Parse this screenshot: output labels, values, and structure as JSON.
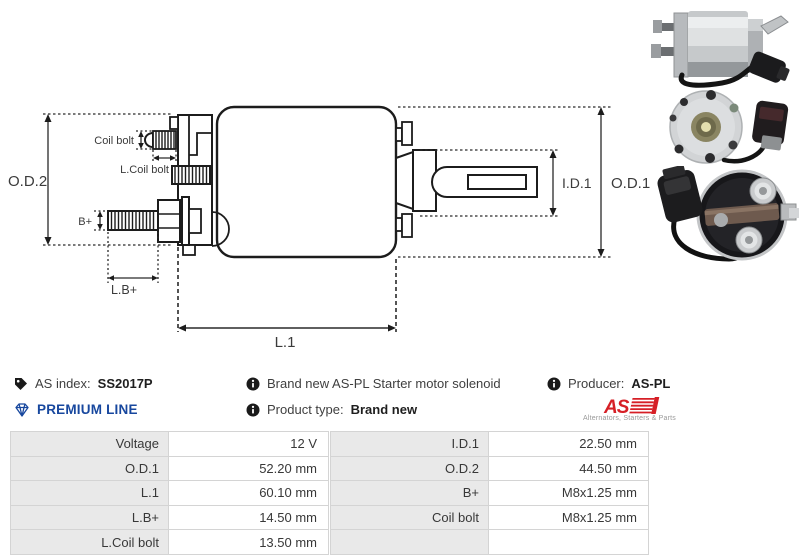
{
  "diagram": {
    "labels": {
      "od2": "O.D.2",
      "coil_bolt": "Coil bolt",
      "l_coil_bolt": "L.Coil bolt",
      "b_plus": "B+",
      "l_b_plus": "L.B+",
      "l1": "L.1",
      "id1": "I.D.1",
      "od1": "O.D.1"
    }
  },
  "info": {
    "as_index_label": "AS index:",
    "as_index_value": "SS2017P",
    "premium_line": "PREMIUM LINE",
    "description": "Brand new AS-PL Starter motor solenoid",
    "product_type_label": "Product type:",
    "product_type_value": "Brand new",
    "producer_label": "Producer:",
    "producer_value": "AS-PL"
  },
  "logo": {
    "text": "AS",
    "subtext": "Alternators, Starters & Parts"
  },
  "colors": {
    "premium_blue": "#17479e",
    "logo_red": "#d61f26",
    "table_label_bg": "#e9e9e9",
    "table_border": "#d4d4d4"
  },
  "spec_tables": {
    "left": [
      [
        "Voltage",
        "12 V"
      ],
      [
        "O.D.1",
        "52.20 mm"
      ],
      [
        "L.1",
        "60.10 mm"
      ],
      [
        "L.B+",
        "14.50 mm"
      ],
      [
        "L.Coil bolt",
        "13.50 mm"
      ]
    ],
    "right": [
      [
        "I.D.1",
        "22.50 mm"
      ],
      [
        "O.D.2",
        "44.50 mm"
      ],
      [
        "B+",
        "M8x1.25 mm"
      ],
      [
        "Coil bolt",
        "M8x1.25 mm"
      ],
      [
        "",
        ""
      ]
    ]
  }
}
